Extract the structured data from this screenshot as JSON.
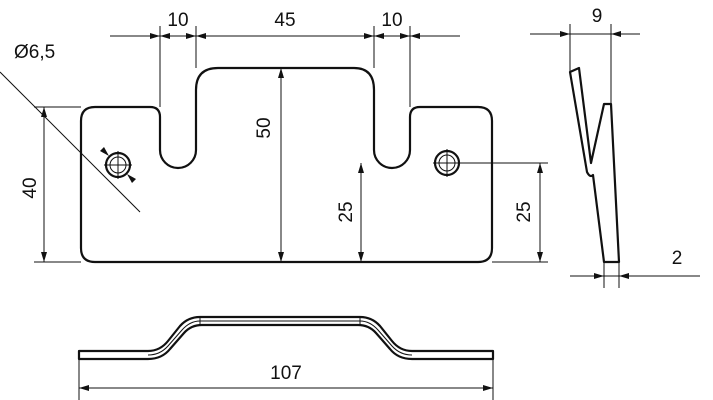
{
  "title": "",
  "dimensions": {
    "top_left_width": "10",
    "top_middle_width": "45",
    "top_right_width": "10",
    "side_thickness_top": "9",
    "hole_diameter": "Ø6,5",
    "overall_height": "50",
    "left_height": "40",
    "hole_height_left": "25",
    "hole_height_right": "25",
    "side_thickness_bottom": "2",
    "overall_length": "107"
  }
}
